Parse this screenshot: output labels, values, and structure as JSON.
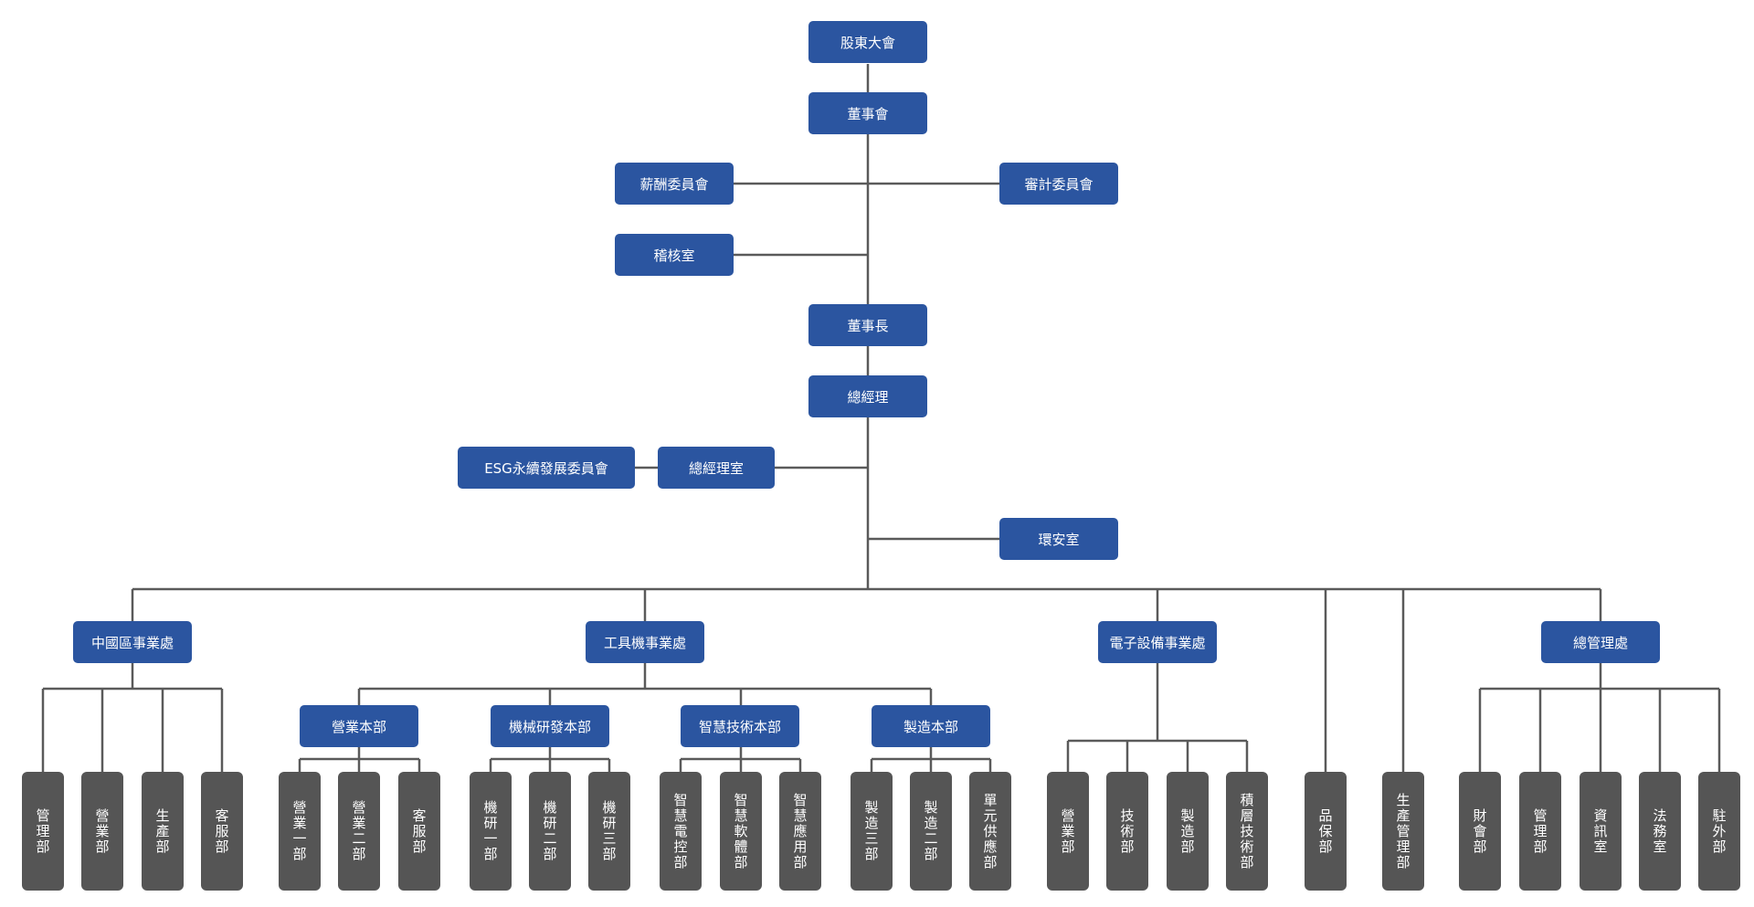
{
  "colors": {
    "node_blue": "#2b55a0",
    "node_gray": "#555555",
    "line": "#5a5a5a"
  },
  "org": {
    "shareholders": "股東大會",
    "board": "董事會",
    "compensation_committee": "薪酬委員會",
    "audit_committee": "審計委員會",
    "audit_office": "稽核室",
    "chairman": "董事長",
    "general_manager": "總經理",
    "esg_committee": "ESG永續發展委員會",
    "gm_office": "總經理室",
    "ehs_office": "環安室",
    "china_division": {
      "name": "中國區事業處",
      "departments": [
        "管理部",
        "營業部",
        "生產部",
        "客服部"
      ]
    },
    "tool_division": {
      "name": "工具機事業處",
      "units": [
        {
          "name": "營業本部",
          "departments": [
            "營業一部",
            "營業二部",
            "客服部"
          ]
        },
        {
          "name": "機械研發本部",
          "departments": [
            "機研一部",
            "機研二部",
            "機研三部"
          ]
        },
        {
          "name": "智慧技術本部",
          "departments": [
            "智慧電控部",
            "智慧軟體部",
            "智慧應用部"
          ]
        },
        {
          "name": "製造本部",
          "departments": [
            "製造三部",
            "製造二部",
            "單元供應部"
          ]
        }
      ]
    },
    "electronics_division": {
      "name": "電子設備事業處",
      "departments": [
        "營業部",
        "技術部",
        "製造部",
        "積層技術部"
      ]
    },
    "qa_dept": "品保部",
    "production_mgmt_dept": "生產管理部",
    "admin_division": {
      "name": "總管理處",
      "departments": [
        "財會部",
        "管理部",
        "資訊室",
        "法務室",
        "駐外部"
      ]
    }
  }
}
